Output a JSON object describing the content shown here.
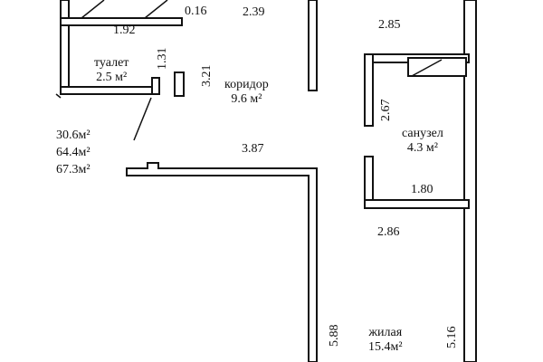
{
  "rooms": [
    {
      "id": "toilet",
      "name": "туалет",
      "area": "2.5 м²"
    },
    {
      "id": "corridor",
      "name": "коридор",
      "area": "9.6 м²"
    },
    {
      "id": "bathroom",
      "name": "санузел",
      "area": "4.3 м²"
    },
    {
      "id": "living",
      "name": "жилая",
      "area": "15.4м²"
    }
  ],
  "dimensions": {
    "d192": "1.92",
    "d016": "0.16",
    "d239": "2.39",
    "d285": "2.85",
    "d131": "1.31",
    "d321": "3.21",
    "d267": "2.67",
    "d387": "3.87",
    "d180": "1.80",
    "d286": "2.86",
    "d588": "5.88",
    "d516": "5.16"
  },
  "totals": [
    "30.6м²",
    "64.4м²",
    "67.3м²"
  ]
}
